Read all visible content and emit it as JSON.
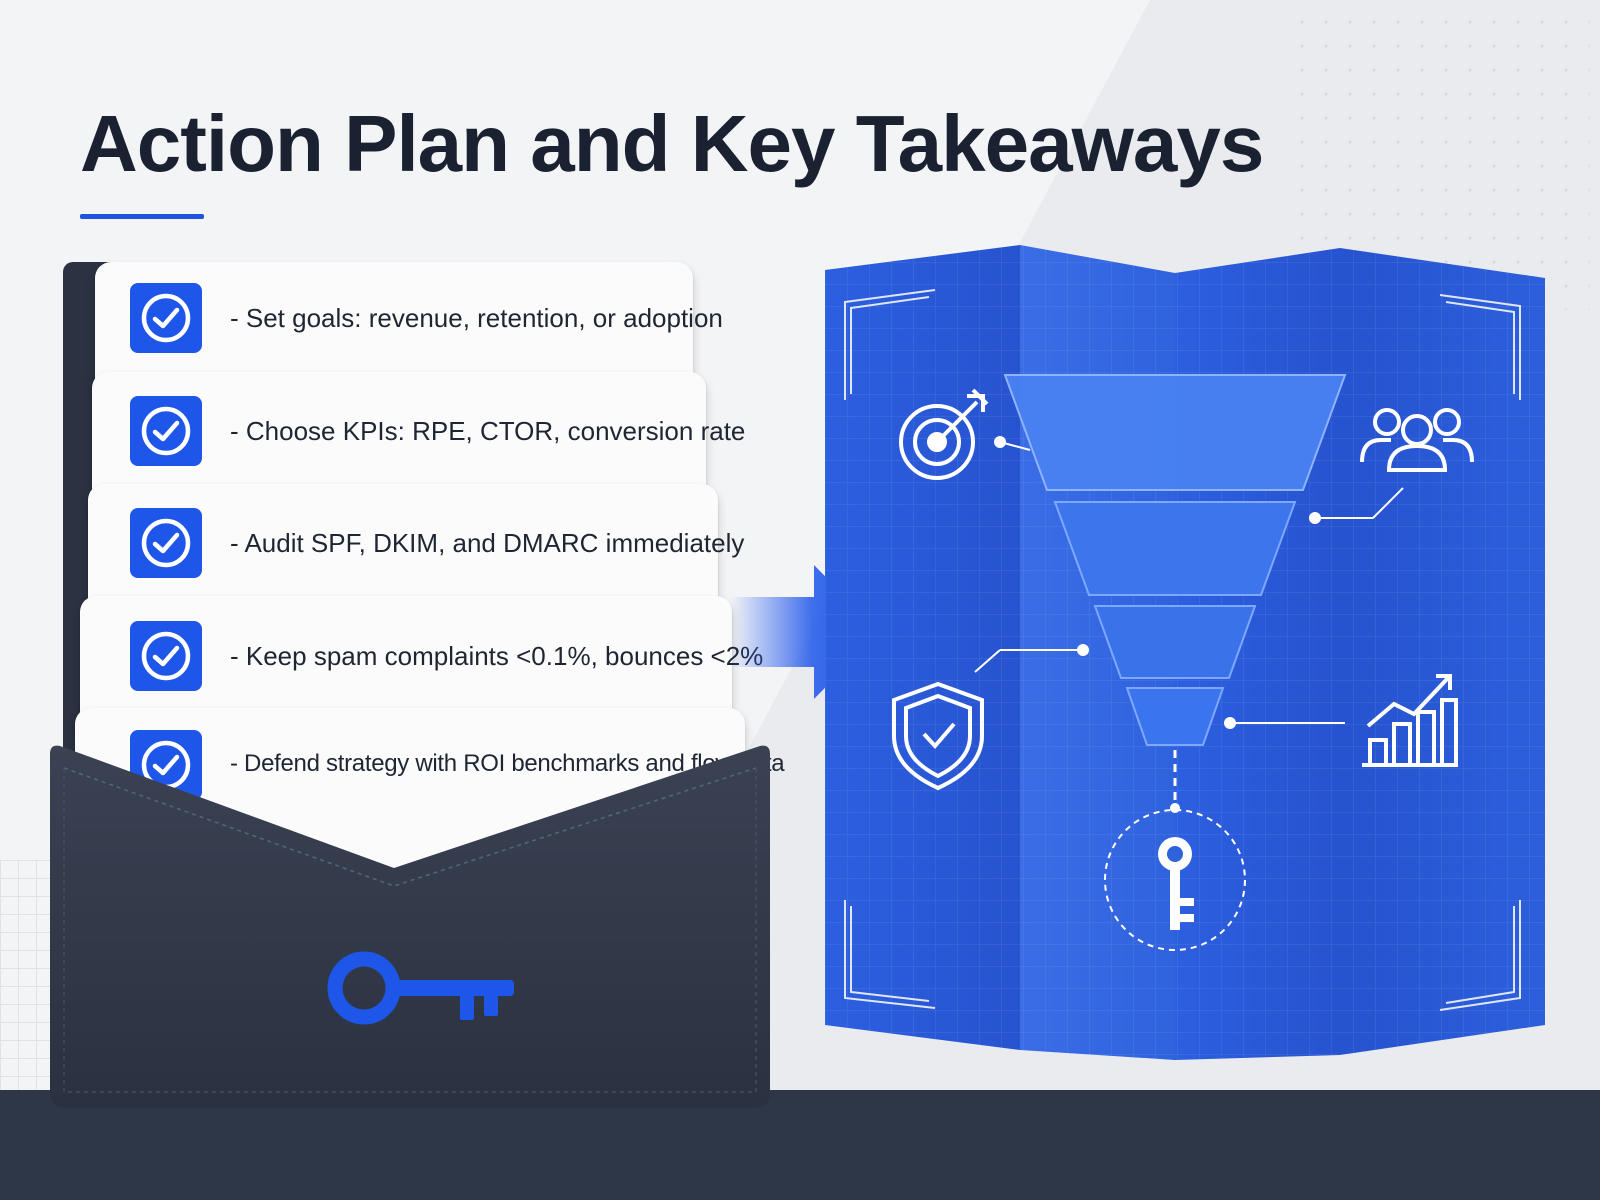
{
  "title": "Action Plan and Key Takeaways",
  "colors": {
    "accent": "#1f54e0",
    "map_blue": "#2a5ad8",
    "folder": "#343b4c",
    "floor": "#2d3748",
    "title_text": "#1a2130"
  },
  "checklist": [
    {
      "text": "- Set goals: revenue, retention, or adoption",
      "icon": "check-circle-icon"
    },
    {
      "text": "- Choose KPIs: RPE, CTOR, conversion rate",
      "icon": "check-circle-icon"
    },
    {
      "text": "- Audit SPF, DKIM, and DMARC immediately",
      "icon": "check-circle-icon"
    },
    {
      "text": "- Keep spam complaints <0.1%, bounces <2%",
      "icon": "check-circle-icon"
    },
    {
      "text": "- Defend strategy with ROI benchmarks and flow data",
      "icon": "check-circle-icon"
    }
  ],
  "folder_icon": "key-icon",
  "arrow_icon": "arrow-right-icon",
  "map": {
    "funnel_levels": 4,
    "icons": [
      "target-icon",
      "people-icon",
      "shield-check-icon",
      "growth-chart-icon",
      "key-icon"
    ]
  }
}
